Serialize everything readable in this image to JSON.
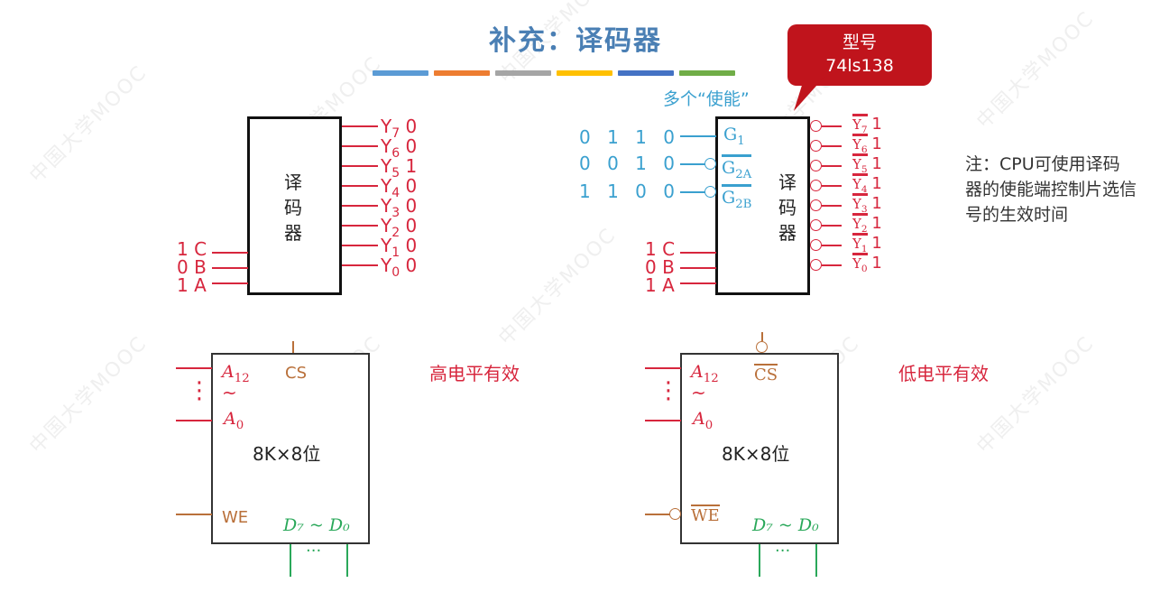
{
  "title": "补充：译码器",
  "color_bars": [
    "#5b9bd5",
    "#ed7d31",
    "#a5a5a5",
    "#ffc000",
    "#4472c4",
    "#70ad47"
  ],
  "colors": {
    "title": "#4a7fb4",
    "signal_red": "#d7263d",
    "enable_blue": "#3aa0cf",
    "control_brown": "#b9703a",
    "data_green": "#2aa85a",
    "callout_bg": "#c0141c"
  },
  "callout": {
    "line1": "型号",
    "line2": "74ls138"
  },
  "enable_caption": "多个“使能”",
  "decoder_left": {
    "body_label": [
      "译",
      "码",
      "器"
    ],
    "inputs": [
      {
        "value": "1",
        "name": "C"
      },
      {
        "value": "0",
        "name": "B"
      },
      {
        "value": "1",
        "name": "A"
      }
    ],
    "outputs": [
      {
        "name": "Y",
        "sub": "7",
        "value": "0"
      },
      {
        "name": "Y",
        "sub": "6",
        "value": "0"
      },
      {
        "name": "Y",
        "sub": "5",
        "value": "1"
      },
      {
        "name": "Y",
        "sub": "4",
        "value": "0"
      },
      {
        "name": "Y",
        "sub": "3",
        "value": "0"
      },
      {
        "name": "Y",
        "sub": "2",
        "value": "0"
      },
      {
        "name": "Y",
        "sub": "1",
        "value": "0"
      },
      {
        "name": "Y",
        "sub": "0",
        "value": "0"
      }
    ]
  },
  "decoder_right": {
    "body_label": [
      "译",
      "码",
      "器"
    ],
    "enables": [
      {
        "values": "0 1 1 0",
        "name": "G",
        "sub": "1",
        "inverted": false
      },
      {
        "values": "0 0 1 0",
        "name": "G",
        "sub": "2A",
        "inverted": true
      },
      {
        "values": "1 1 0 0",
        "name": "G",
        "sub": "2B",
        "inverted": true
      }
    ],
    "inputs": [
      {
        "value": "1",
        "name": "C"
      },
      {
        "value": "0",
        "name": "B"
      },
      {
        "value": "1",
        "name": "A"
      }
    ],
    "outputs": [
      {
        "name": "Y",
        "sub": "7",
        "value": "1"
      },
      {
        "name": "Y",
        "sub": "6",
        "value": "1"
      },
      {
        "name": "Y",
        "sub": "5",
        "value": "1"
      },
      {
        "name": "Y",
        "sub": "4",
        "value": "1"
      },
      {
        "name": "Y",
        "sub": "3",
        "value": "1"
      },
      {
        "name": "Y",
        "sub": "2",
        "value": "1"
      },
      {
        "name": "Y",
        "sub": "1",
        "value": "1"
      },
      {
        "name": "Y",
        "sub": "0",
        "value": "1"
      }
    ]
  },
  "note": "注：CPU可使用译码器的使能端控制片选信号的生效时间",
  "chip_left": {
    "addr_hi": "A",
    "addr_hi_sub": "12",
    "tilde": "~",
    "addr_lo": "A",
    "addr_lo_sub": "0",
    "cs": "CS",
    "capacity": "8K×8位",
    "we": "WE",
    "data": "D₇ ~ D₀",
    "data_dots": "···",
    "addr_dots": "⋮",
    "caption": "高电平有效"
  },
  "chip_right": {
    "addr_hi": "A",
    "addr_hi_sub": "12",
    "tilde": "~",
    "addr_lo": "A",
    "addr_lo_sub": "0",
    "cs": "CS",
    "capacity": "8K×8位",
    "we": "WE",
    "data": "D₇ ~ D₀",
    "data_dots": "···",
    "addr_dots": "⋮",
    "caption": "低电平有效"
  },
  "watermark": "中国大学MOOC"
}
